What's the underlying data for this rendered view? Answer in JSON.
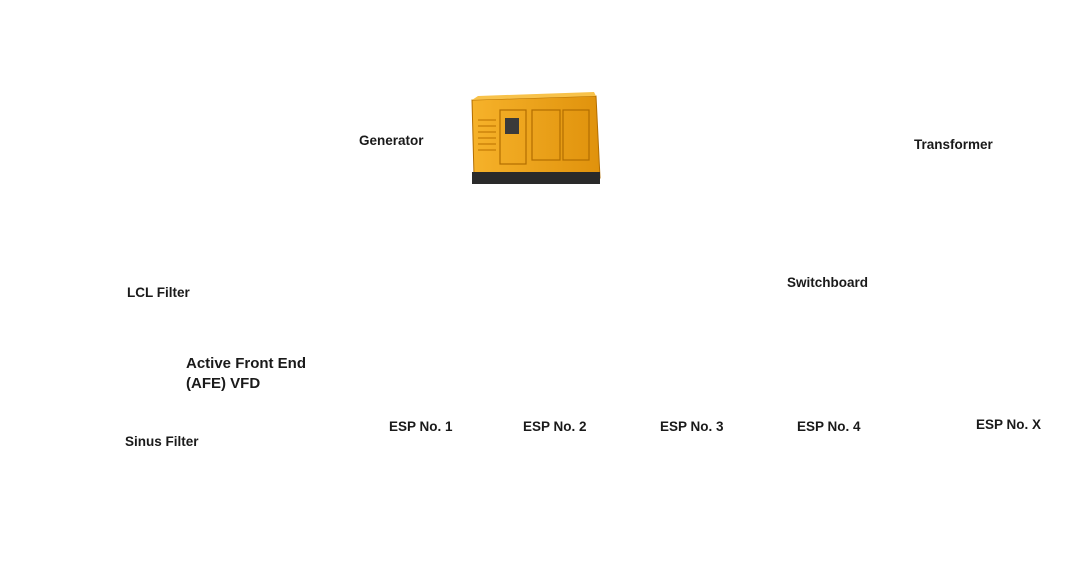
{
  "labels": {
    "generator": "Generator",
    "transformer": "Transformer",
    "switchboard": "Switchboard",
    "lcl_filter": "LCL Filter",
    "afe_line1": "Active Front End",
    "afe_line2": "(AFE) VFD",
    "sinus_filter": "Sinus Filter"
  },
  "esp_units": [
    {
      "label": "ESP No. 1"
    },
    {
      "label": "ESP No. 2"
    },
    {
      "label": "ESP No. 3"
    },
    {
      "label": "ESP No. 4"
    },
    {
      "label": "ESP No. X"
    }
  ],
  "colors": {
    "generator_body": "#f0a418",
    "metal_grey": "#b9bcc0",
    "soil": "#a7612b",
    "soil_dark": "#7a3f18",
    "grass": "#6f7b2f",
    "line": "#111111",
    "circle_border": "#2a1a1a",
    "circle_fill": "#fbf3f4"
  },
  "icons": [
    "generator-icon",
    "transformer-icon",
    "switchboard-icon",
    "lcl-filter-icon",
    "afe-vfd-icon",
    "sinus-filter-icon",
    "esp-unit-icon"
  ]
}
